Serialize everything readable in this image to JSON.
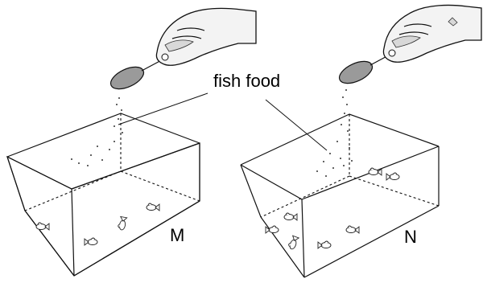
{
  "figure": {
    "label_fish_food": "fish food",
    "tank_left": {
      "label": "M",
      "fish_count": 4
    },
    "tank_right": {
      "label": "N",
      "fish_count": 7
    }
  }
}
